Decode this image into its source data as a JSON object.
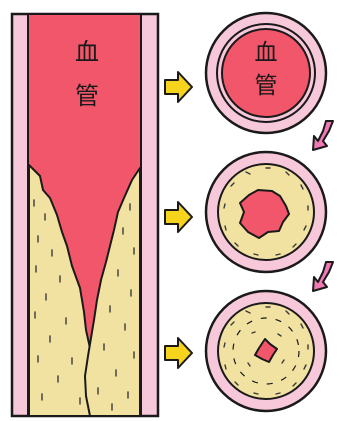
{
  "vessel": {
    "label_line1": "血",
    "label_line2": "管"
  },
  "cross_sections": [
    {
      "stage": "healthy",
      "label_line1": "血",
      "label_line2": "管"
    },
    {
      "stage": "moderate-plaque"
    },
    {
      "stage": "severe-plaque"
    }
  ],
  "colors": {
    "outline": "#1a1a1a",
    "vessel_wall": "#f7c7da",
    "lumen": "#f2566a",
    "plaque": "#f2e2a2",
    "arrow_yellow": "#f6d31c",
    "arrow_pink": "#ee79b4"
  }
}
